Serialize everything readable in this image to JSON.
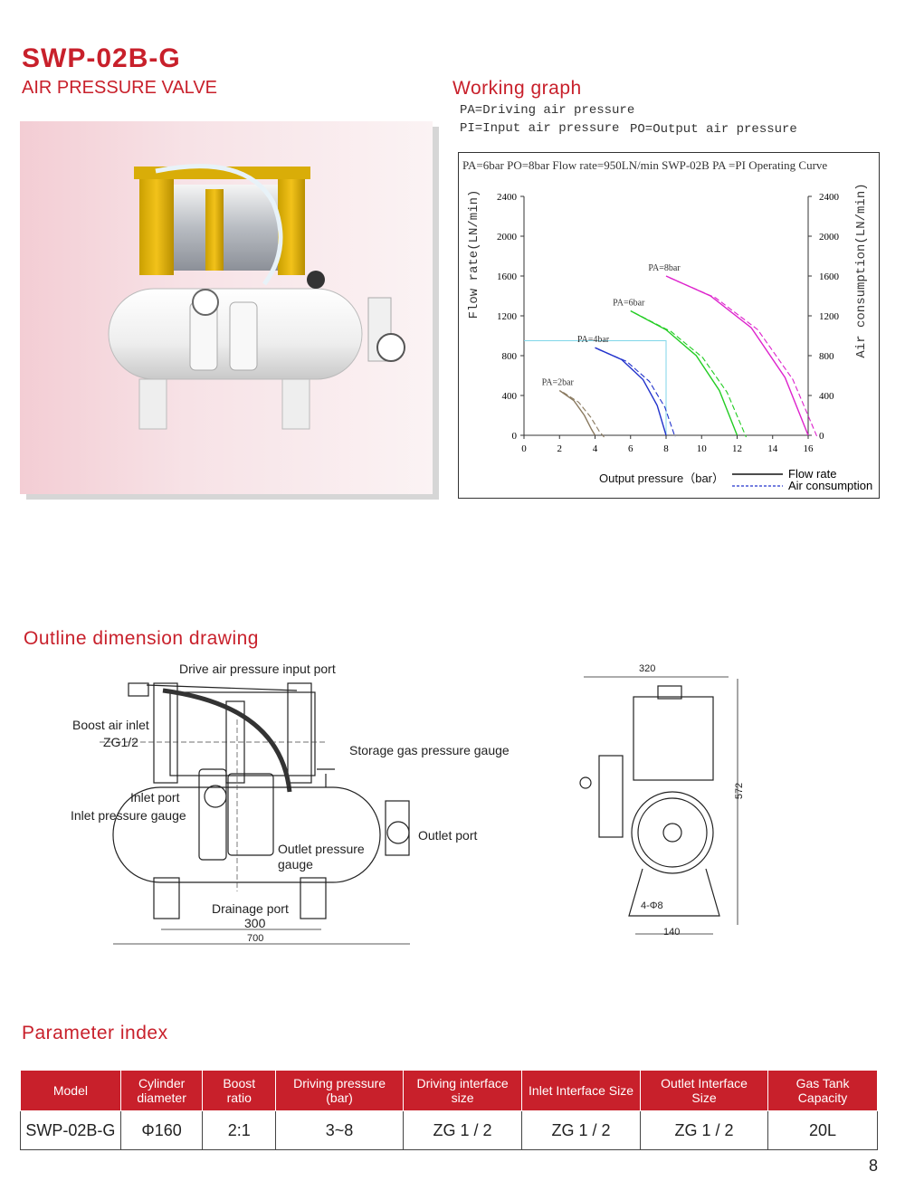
{
  "header": {
    "model": "SWP-02B-G",
    "subtitle": "AIR PRESSURE VALVE"
  },
  "working_graph": {
    "title": "Working graph",
    "legend_lines": [
      "PA=Driving air pressure",
      "PI=Input air pressure",
      "PO=Output air pressure"
    ]
  },
  "chart_data": {
    "type": "line",
    "title": "PA=6bar PO=8bar  Flow rate=950LN/min  SWP-02B PA =PI Operating Curve",
    "xlabel": "Output pressure（bar）",
    "ylabel": "Flow rate(LN/min)",
    "y2label": "Air consumption(LN/min)",
    "xlim": [
      0,
      16
    ],
    "ylim": [
      0,
      2400
    ],
    "x_ticks": [
      0,
      2,
      4,
      6,
      8,
      10,
      12,
      14,
      16
    ],
    "y_ticks": [
      0,
      400,
      800,
      1200,
      1600,
      2000,
      2400
    ],
    "legend": [
      "Flow rate",
      "Air consumption"
    ],
    "legend_position": "bottom-right",
    "highlight": {
      "x": 8,
      "y": 950
    },
    "series": [
      {
        "name": "PA=2bar",
        "color": "#8a7a60",
        "points": [
          [
            2,
            450
          ],
          [
            2.8,
            350
          ],
          [
            3.4,
            200
          ],
          [
            3.8,
            60
          ],
          [
            4,
            0
          ]
        ]
      },
      {
        "name": "PA=4bar",
        "color": "#2233cc",
        "points": [
          [
            4,
            880
          ],
          [
            5.5,
            760
          ],
          [
            6.7,
            560
          ],
          [
            7.5,
            300
          ],
          [
            8,
            0
          ]
        ]
      },
      {
        "name": "PA=6bar",
        "color": "#22cc22",
        "points": [
          [
            6,
            1250
          ],
          [
            8,
            1060
          ],
          [
            9.7,
            800
          ],
          [
            11,
            450
          ],
          [
            12,
            0
          ]
        ]
      },
      {
        "name": "PA=8bar",
        "color": "#dd22cc",
        "points": [
          [
            8,
            1600
          ],
          [
            10.5,
            1400
          ],
          [
            12.8,
            1080
          ],
          [
            14.7,
            580
          ],
          [
            16,
            0
          ]
        ]
      }
    ]
  },
  "outline": {
    "title": "Outline dimension drawing",
    "labels": {
      "drive_port": "Drive air pressure input port",
      "boost_inlet": "Boost air inlet",
      "zg": "ZG1/2",
      "storage_gauge": "Storage gas pressure gauge",
      "inlet_port": "Inlet port",
      "inlet_gauge": "Inlet pressure gauge",
      "outlet_port": "Outlet port",
      "outlet_gauge_1": "Outlet pressure",
      "outlet_gauge_2": "gauge",
      "drainage": "Drainage port",
      "dim_300": "300",
      "dim_700": "700",
      "dim_320": "320",
      "dim_572": "572",
      "dim_hole": "4-Φ8",
      "dim_140": "140"
    }
  },
  "params": {
    "title": "Parameter index",
    "headers": [
      [
        "Model"
      ],
      [
        "Cylinder",
        "diameter"
      ],
      [
        "Boost",
        "ratio"
      ],
      [
        "Driving pressure",
        "(bar)"
      ],
      [
        "Driving interface",
        "size"
      ],
      [
        "Inlet Interface Size"
      ],
      [
        "Outlet Interface",
        "Size"
      ],
      [
        "Gas Tank",
        "Capacity"
      ]
    ],
    "row": [
      "SWP-02B-G",
      "Φ160",
      "2:1",
      "3~8",
      "ZG 1 / 2",
      "ZG 1 / 2",
      "ZG 1 / 2",
      "20L"
    ]
  },
  "page_number": "8",
  "colors": {
    "accent": "#c8202b",
    "yellow": "#e2b100"
  }
}
